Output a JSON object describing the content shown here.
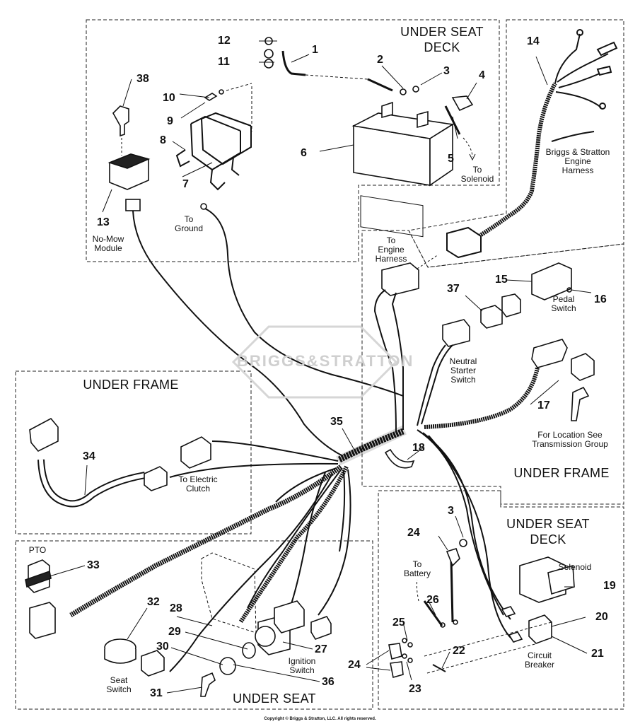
{
  "regions": {
    "under_seat_deck_top": [
      "UNDER SEAT",
      "DECK"
    ],
    "under_frame_left": "UNDER FRAME",
    "under_frame_right": "UNDER FRAME",
    "under_seat_deck_bottom": [
      "UNDER SEAT",
      "DECK"
    ],
    "under_seat_bottom": "UNDER SEAT"
  },
  "callouts": [
    "1",
    "2",
    "3",
    "4",
    "5",
    "6",
    "7",
    "8",
    "9",
    "10",
    "11",
    "12",
    "13",
    "14",
    "15",
    "16",
    "17",
    "18",
    "19",
    "20",
    "21",
    "22",
    "23",
    "24",
    "25",
    "26",
    "27",
    "28",
    "29",
    "30",
    "31",
    "32",
    "33",
    "34",
    "35",
    "36",
    "37",
    "38"
  ],
  "labels": {
    "to_solenoid": [
      "To",
      "Solenoid"
    ],
    "to_ground": [
      "To",
      "Ground"
    ],
    "no_mow_module": [
      "No-Mow",
      "Module"
    ],
    "engine_harness": [
      "Briggs & Stratton",
      "Engine",
      "Harness"
    ],
    "to_engine_harness": [
      "To",
      "Engine",
      "Harness"
    ],
    "pedal_switch": [
      "Pedal",
      "Switch"
    ],
    "neutral_starter_switch": [
      "Neutral",
      "Starter",
      "Switch"
    ],
    "for_location": [
      "For Location See",
      "Transmission Group"
    ],
    "to_electric_clutch": [
      "To Electric",
      "Clutch"
    ],
    "pto": "PTO",
    "to_battery": [
      "To",
      "Battery"
    ],
    "solenoid": "Solenoid",
    "circuit_breaker": [
      "Circuit",
      "Breaker"
    ],
    "ignition_switch": [
      "Ignition",
      "Switch"
    ],
    "seat_switch": [
      "Seat",
      "Switch"
    ]
  },
  "watermark": "BRIGGS&STRATTON",
  "copyright": "Copyright © Briggs & Stratton, LLC. All rights reserved."
}
